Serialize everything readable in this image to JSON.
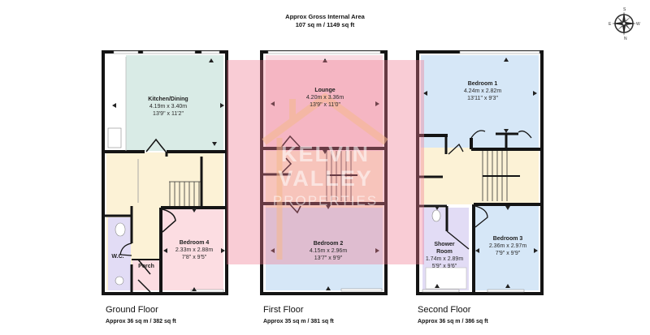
{
  "header": {
    "title": "Approx Gross Internal Area",
    "area": "107 sq m / 1149 sq ft"
  },
  "compass": {
    "icon": "compass-rose-icon",
    "labels": {
      "top": "S",
      "right": "W",
      "bottom": "N",
      "left": "E"
    }
  },
  "watermark": {
    "line1": "KELVIN",
    "line2": "VALLEY",
    "line3": "PROPERTIES",
    "color": "#f0788f"
  },
  "colors": {
    "wall": "#141414",
    "kitchen": "#d9ebe6",
    "hall": "#fcf2d6",
    "bedroom_pink": "#fcdde2",
    "wc_purple": "#e2dcf5",
    "bedroom_blue": "#d6e7f7",
    "lounge_pink": "#f9dbe2",
    "watermark_pink": "#f0788f"
  },
  "floors": [
    {
      "title": "Ground Floor",
      "area": "Approx 36 sq m / 382 sq ft",
      "rooms": [
        {
          "name": "Kitchen/Dining",
          "metric": "4.19m x 3.40m",
          "imperial": "13'9\" x 11'2\""
        },
        {
          "name": "Bedroom 4",
          "metric": "2.33m x 2.88m",
          "imperial": "7'8\" x 9'5\""
        },
        {
          "name": "W.C."
        },
        {
          "name": "Porch"
        }
      ]
    },
    {
      "title": "First Floor",
      "area": "Approx 35 sq m / 381 sq ft",
      "rooms": [
        {
          "name": "Lounge",
          "metric": "4.20m x 3.36m",
          "imperial": "13'9\" x 11'0\""
        },
        {
          "name": "Bedroom 2",
          "metric": "4.15m x 2.96m",
          "imperial": "13'7\" x 9'9\""
        }
      ]
    },
    {
      "title": "Second Floor",
      "area": "Approx 36 sq m / 386 sq ft",
      "rooms": [
        {
          "name": "Bedroom 1",
          "metric": "4.24m x 2.82m",
          "imperial": "13'11\" x 9'3\""
        },
        {
          "name": "Shower Room",
          "name_line1": "Shower",
          "name_line2": "Room",
          "metric": "1.74m x 2.89m",
          "imperial": "5'9\" x 9'6\""
        },
        {
          "name": "Bedroom 3",
          "metric": "2.36m x 2.97m",
          "imperial": "7'9\" x 9'9\""
        }
      ]
    }
  ]
}
